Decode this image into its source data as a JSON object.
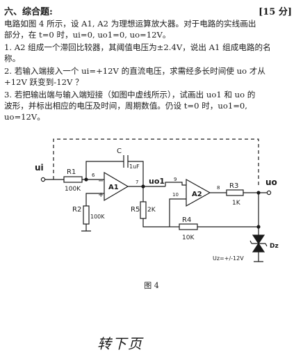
{
  "header": {
    "section_title": "六、综合题:",
    "score": "[15 分]"
  },
  "problem": {
    "lines": [
      "    电路如图 4 所示，设 A1, A2 为理想运算放大器。对于电路的实线画出",
      "部分，在 t=0 时，ui=0, uo1=0, uo=12V。",
      "1. A2 组成一个滞回比较器，其阈值电压为±2.4V，说出 A1 组成电路的名",
      "称。",
      "2. 若输入端接入一个 ui=+12V 的直流电压，求需经多长时间使 uo 才从",
      "+12V 跃变到-12V ？",
      "3. 若把输出端与输入端短接（如图中虚线所示），试画出 uo1 和 uo 的",
      "波形，并标出相应的电压及时间，周期数值。仍设 t=0 时，uo1=0,",
      "uo=12V。"
    ]
  },
  "circuit": {
    "input_label": "ui",
    "r1_name": "R1",
    "r1_value": "100K",
    "r2_name": "R2",
    "r2_value": "100K",
    "c_name": "C",
    "c_value": "1uF",
    "a1_name": "A1",
    "a1_pin_inv": "6",
    "a1_pin_out": "7",
    "a1_pin_plus": "+",
    "a1_pin_minus": "−",
    "uo1_label": "uo1",
    "r5_name": "R5",
    "r5_value": "2K",
    "a2_name": "A2",
    "a2_pin_a": "9",
    "a2_pin_b": "10",
    "a2_pin_out": "8",
    "r3_name": "R3",
    "r3_value": "1K",
    "r4_name": "R4",
    "r4_value": "10K",
    "output_label": "uo",
    "dz_name": "Dz",
    "dz_value": "Uz=+/-12V"
  },
  "figure_caption": "图 4",
  "handwritten_note": "转下页"
}
